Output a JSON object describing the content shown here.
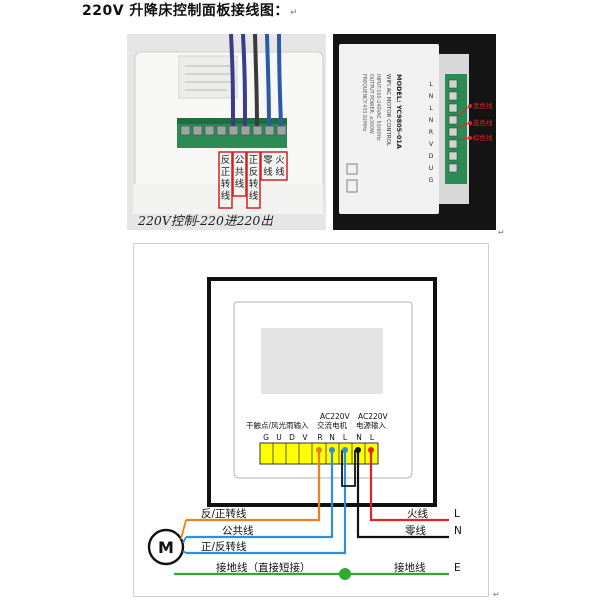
{
  "header": {
    "title": "220V 升降床控制面板接线图：",
    "para_mark": "↵"
  },
  "photo_left": {
    "callout_left": [
      "反",
      "正",
      "转",
      "线"
    ],
    "callout_mid": [
      "公",
      "共",
      "线"
    ],
    "callout_right_a": [
      "正",
      "反",
      "转",
      "线"
    ],
    "callout_right_b": [
      "零",
      "线"
    ],
    "callout_right_c": [
      "火",
      "线"
    ],
    "caption": "220V控制-220进220出"
  },
  "photo_right": {
    "model_lines": [
      "MODEL: YC9805-01A",
      "WIFI AC MOTOR CONTROL"
    ],
    "spec_lines": [
      "INPUT:100-240VAC 50/60Hz",
      "OUTPUT POWER: ≤300W",
      "FREQUENCY:433.92MHz"
    ],
    "terminal_letters": [
      "L",
      "N",
      "L",
      "N",
      "R",
      "V",
      "D",
      "U",
      "G"
    ],
    "wire_labels": [
      "黑色线",
      "蓝色线",
      "棕色线"
    ]
  },
  "paragraph_marks": [
    "↵",
    "↵"
  ],
  "diagram": {
    "group_labels": {
      "left": "干触点/风光雨输入",
      "mid_top": "AC220V",
      "mid_bottom": "交流电机",
      "right_top": "AC220V",
      "right_bottom": "电源输入"
    },
    "terminal_letters": [
      "G",
      "U",
      "D",
      "V",
      "R",
      "N",
      "L",
      "N",
      "L"
    ],
    "motor_label": "M",
    "wire_labels": {
      "rev_fwd": "反/正转线",
      "common": "公共线",
      "fwd_rev": "正/反转线",
      "ground": "接地线（直接短接）",
      "live": "火线",
      "neutral": "零线",
      "earth": "接地线"
    },
    "end_letters": {
      "live": "L",
      "neutral": "N",
      "earth": "E"
    },
    "colors": {
      "orange": "#E8821E",
      "blue": "#2F8FD8",
      "black": "#111111",
      "red": "#E02424",
      "green": "#2EAA2E",
      "terminal_yellow": "#FFFF00"
    }
  }
}
